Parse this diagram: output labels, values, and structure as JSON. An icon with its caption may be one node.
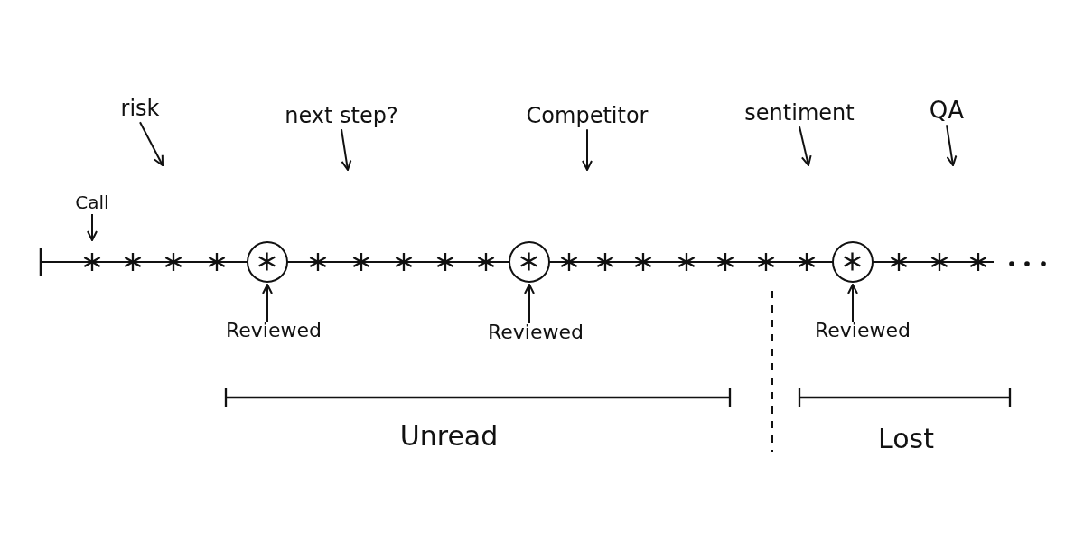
{
  "diagram": {
    "nodes": [
      {
        "text": [
          "risk"
        ]
      },
      {
        "text": [
          "next step?"
        ]
      },
      {
        "text": [
          "Competitor"
        ]
      },
      {
        "text": [
          "sentiment"
        ]
      },
      {
        "text": [
          "QA"
        ]
      },
      {
        "text": [
          "Call"
        ]
      },
      {
        "text": [],
        "shape": "circle"
      },
      {
        "text": [],
        "shape": "circle"
      },
      {
        "text": [],
        "shape": "circle"
      },
      {
        "text": [
          "Reviewed"
        ]
      },
      {
        "text": [
          "Reviewed"
        ]
      },
      {
        "text": [
          "Reviewed"
        ]
      }
    ],
    "edges": [
      {
        "from": 0,
        "to": null,
        "arrow": "to"
      },
      {
        "from": 1,
        "to": null,
        "arrow": "to"
      },
      {
        "from": 2,
        "to": null,
        "arrow": "to"
      },
      {
        "from": 3,
        "to": null,
        "arrow": "to"
      },
      {
        "from": 4,
        "to": null,
        "arrow": "to"
      },
      {
        "from": 5,
        "to": null,
        "arrow": "to"
      },
      {
        "from": 9,
        "to": 6,
        "arrow": "to"
      },
      {
        "from": 10,
        "to": 7,
        "arrow": "to"
      },
      {
        "from": 11,
        "to": 8,
        "arrow": "to"
      }
    ],
    "labels": [
      "Unread",
      "Lost"
    ]
  }
}
